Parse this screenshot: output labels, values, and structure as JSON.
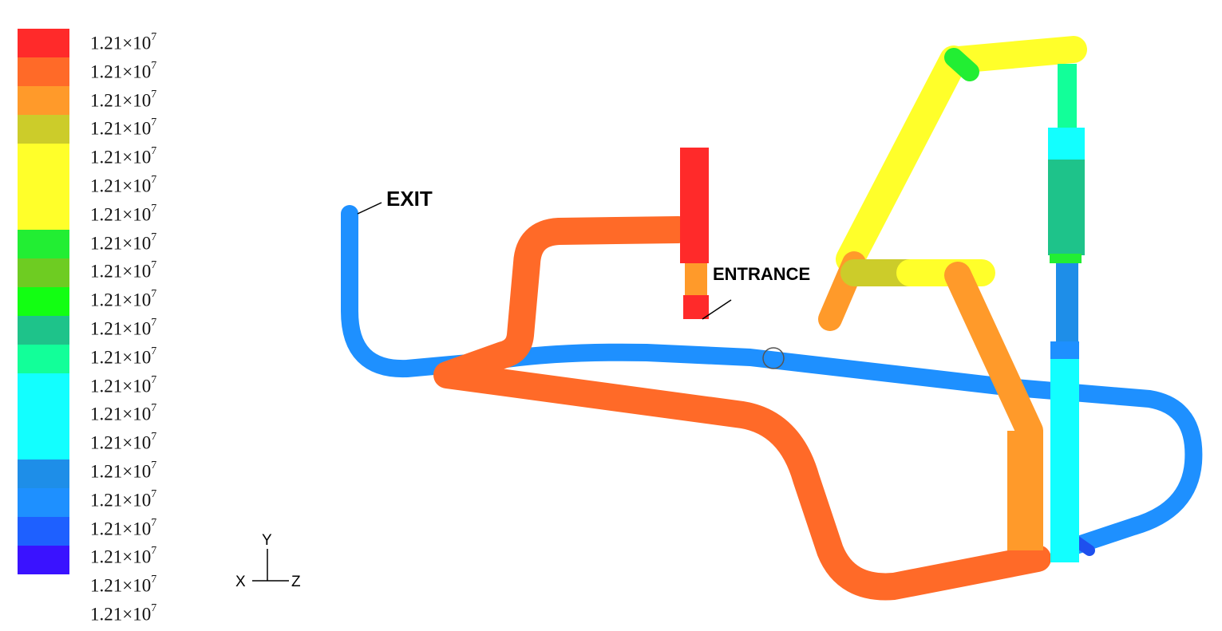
{
  "legend": {
    "colors": [
      "#ff2a2a",
      "#ff6a28",
      "#ff9a2a",
      "#cccc2a",
      "#ffff2a",
      "#ffff2a",
      "#ffff2a",
      "#22ee33",
      "#6ecc22",
      "#12ff12",
      "#1ec38a",
      "#12ff99",
      "#12ffff",
      "#12ffff",
      "#12ffff",
      "#1e8ee8",
      "#1e90ff",
      "#1e60ff",
      "#3a12ff"
    ],
    "labels": [
      {
        "base": "1.21×10",
        "exp": "7"
      },
      {
        "base": "1.21×10",
        "exp": "7"
      },
      {
        "base": "1.21×10",
        "exp": "7"
      },
      {
        "base": "1.21×10",
        "exp": "7"
      },
      {
        "base": "1.21×10",
        "exp": "7"
      },
      {
        "base": "1.21×10",
        "exp": "7"
      },
      {
        "base": "1.21×10",
        "exp": "7"
      },
      {
        "base": "1.21×10",
        "exp": "7"
      },
      {
        "base": "1.21×10",
        "exp": "7"
      },
      {
        "base": "1.21×10",
        "exp": "7"
      },
      {
        "base": "1.21×10",
        "exp": "7"
      },
      {
        "base": "1.21×10",
        "exp": "7"
      },
      {
        "base": "1.21×10",
        "exp": "7"
      },
      {
        "base": "1.21×10",
        "exp": "7"
      },
      {
        "base": "1.21×10",
        "exp": "7"
      },
      {
        "base": "1.21×10",
        "exp": "7"
      },
      {
        "base": "1.21×10",
        "exp": "7"
      },
      {
        "base": "1.21×10",
        "exp": "7"
      },
      {
        "base": "1.21×10",
        "exp": "7"
      },
      {
        "base": "1.21×10",
        "exp": "7"
      },
      {
        "base": "1.21×10",
        "exp": "7"
      }
    ]
  },
  "annotations": {
    "exit": "EXIT",
    "entrance": "ENTRANCE"
  },
  "axes": {
    "y": "Y",
    "x": "X",
    "z": "Z"
  },
  "palette": {
    "blue": "#1e90ff",
    "orange": "#ff6a28",
    "light_orange": "#ff9a2a",
    "yellow": "#ffff2a",
    "red": "#ff2a2a",
    "cyan": "#12ffff",
    "teal": "#1ec38a"
  }
}
